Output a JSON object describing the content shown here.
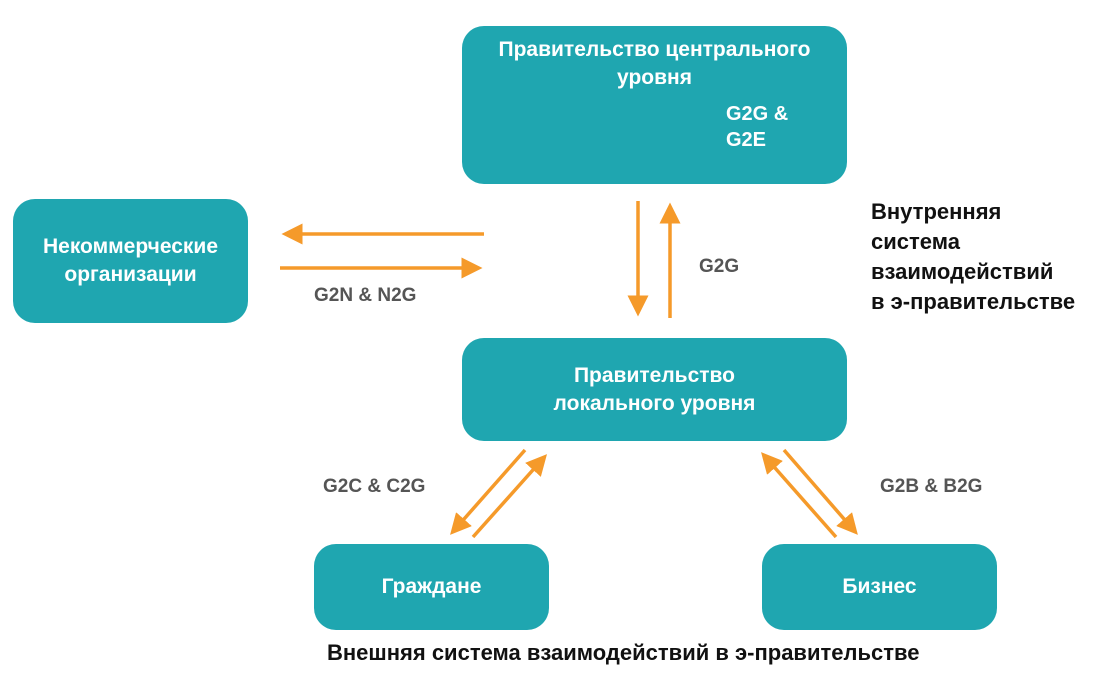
{
  "colors": {
    "box": "#1fa6b0",
    "arrow": "#f59a2a",
    "label": "#555555",
    "caption": "#111111"
  },
  "nodes": {
    "central": "Правительство центрального\nуровня",
    "ngo": "Некоммерческие\nорганизации",
    "local": "Правительство\nлокального уровня",
    "citizens": "Граждане",
    "business": "Бизнес"
  },
  "labels": {
    "central_internal": "G2G &\nG2E",
    "ngo_link": "G2N & N2G",
    "central_local": "G2G",
    "citizens_link": "G2C & C2G",
    "business_link": "G2B & B2G"
  },
  "captions": {
    "internal": "Внутренняя\nсистема\nвзаимодействий\nв э-правительстве",
    "external": "Внешняя система взаимодействий в э-правительстве"
  }
}
